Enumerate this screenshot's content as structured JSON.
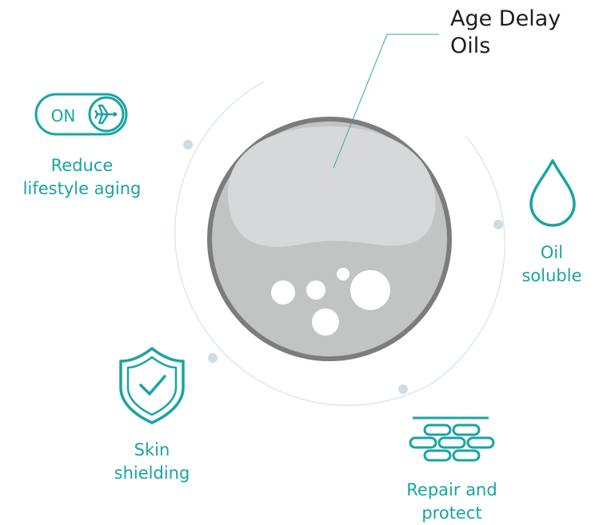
{
  "title": {
    "line1": "Age Delay",
    "line2": "Oils"
  },
  "features": {
    "lifestyle": {
      "line1": "Reduce",
      "line2": "lifestyle aging",
      "toggle_text": "ON",
      "icon": "airplane-toggle-icon"
    },
    "oil": {
      "line1": "Oil",
      "line2": "soluble",
      "icon": "droplet-icon"
    },
    "repair": {
      "line1": "Repair and",
      "line2": "protect",
      "icon": "brick-wall-icon"
    },
    "shield": {
      "line1": "Skin",
      "line2": "shielding",
      "icon": "shield-check-icon"
    }
  },
  "colors": {
    "teal": "#1aa3a3",
    "ring": "#d6e4e4",
    "dot": "#cddde2",
    "sphere_edge": "#7c7c7c",
    "sphere_fill": "#c2c3c3",
    "sphere_top": "#d7d8d9"
  }
}
